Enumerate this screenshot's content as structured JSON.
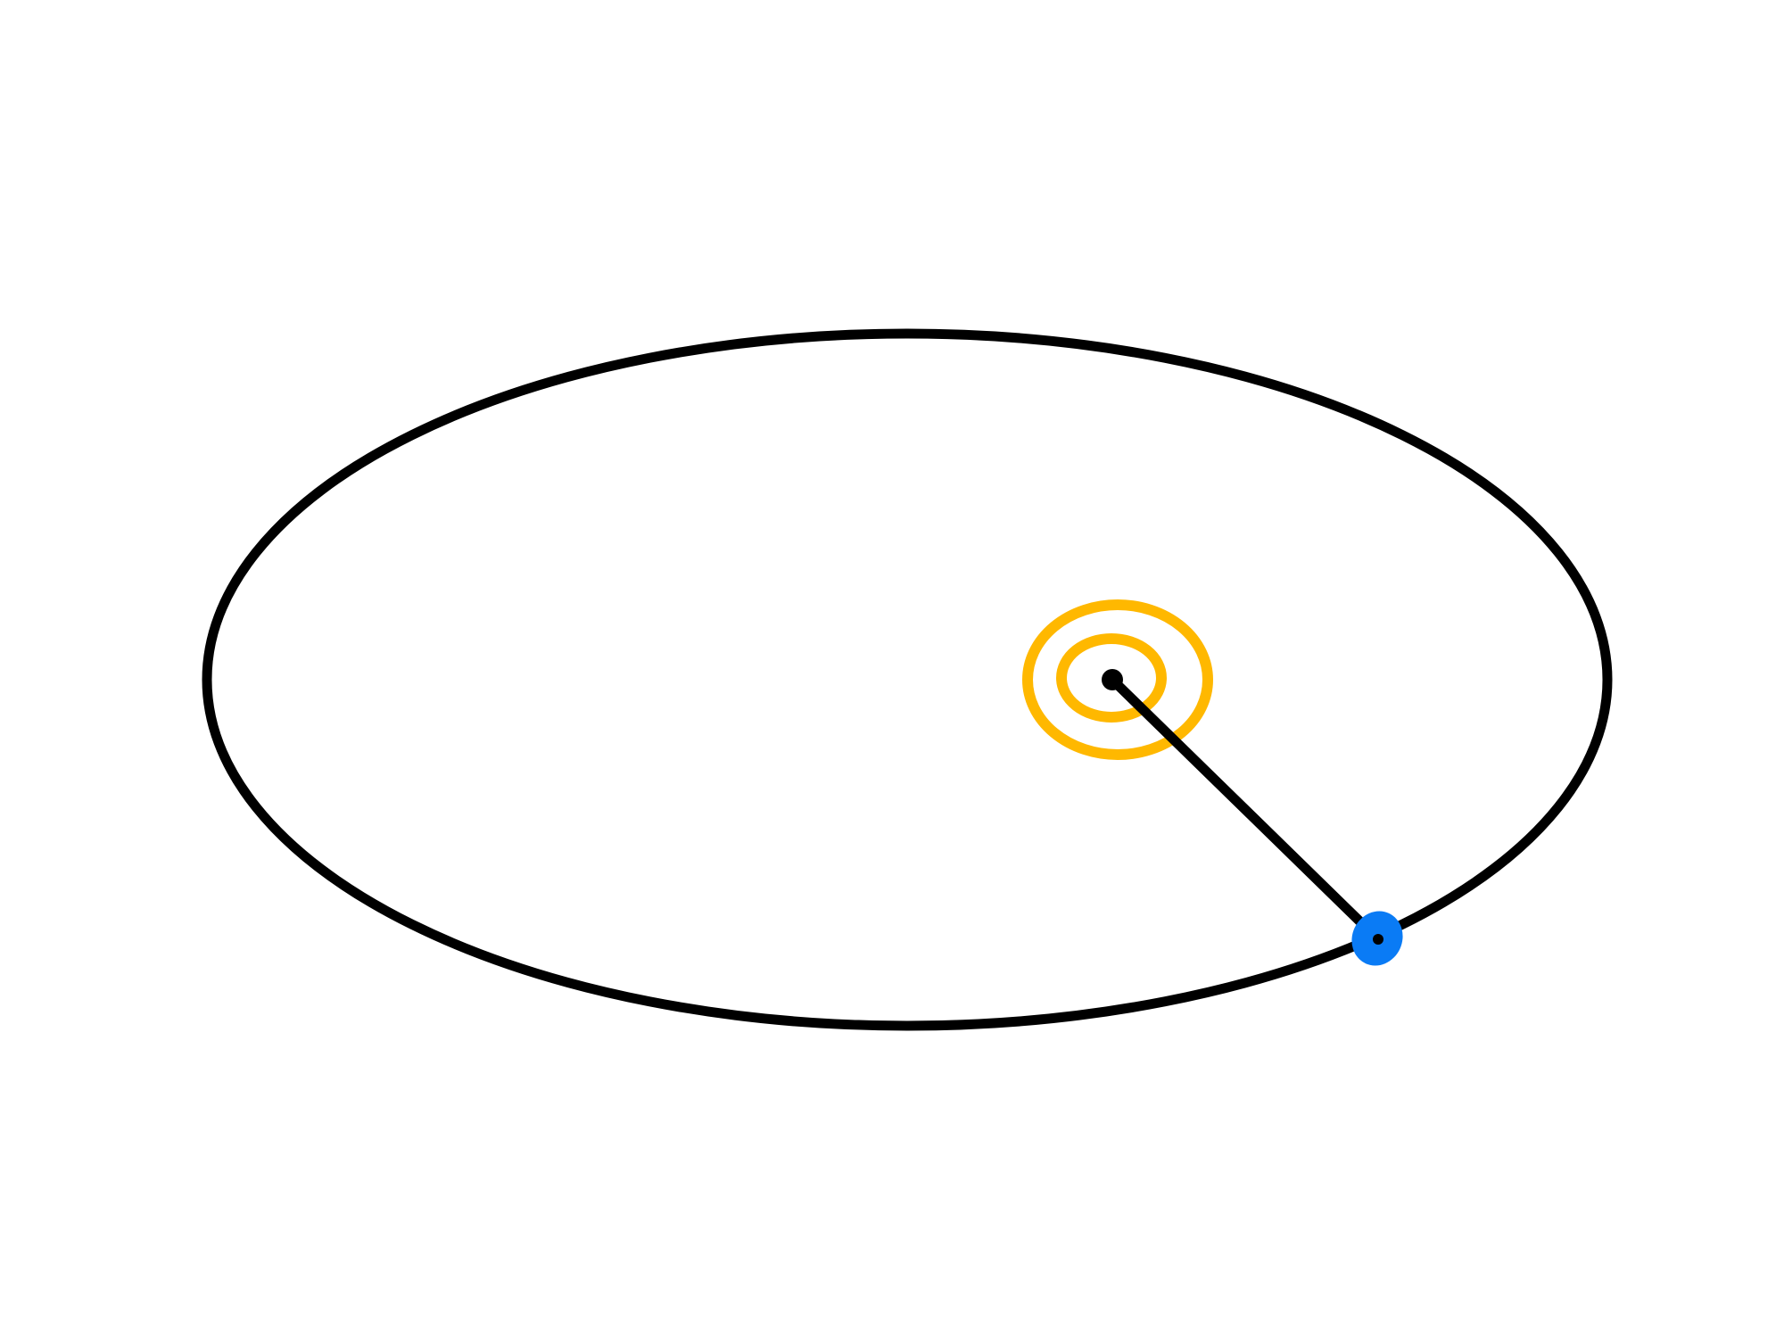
{
  "diagram": {
    "background_color": "#ffffff",
    "orbit": {
      "icon": "ellipse-orbit",
      "stroke_color": "#000000"
    },
    "star": {
      "icon": "concentric-rings-star",
      "ring_color": "#FFB800",
      "ring_count": 2,
      "center_dot_color": "#000000"
    },
    "radius_line": {
      "icon": "radius-vector-line",
      "stroke_color": "#000000"
    },
    "planet": {
      "icon": "planet-dot",
      "fill_color": "#0A7BF5"
    }
  }
}
